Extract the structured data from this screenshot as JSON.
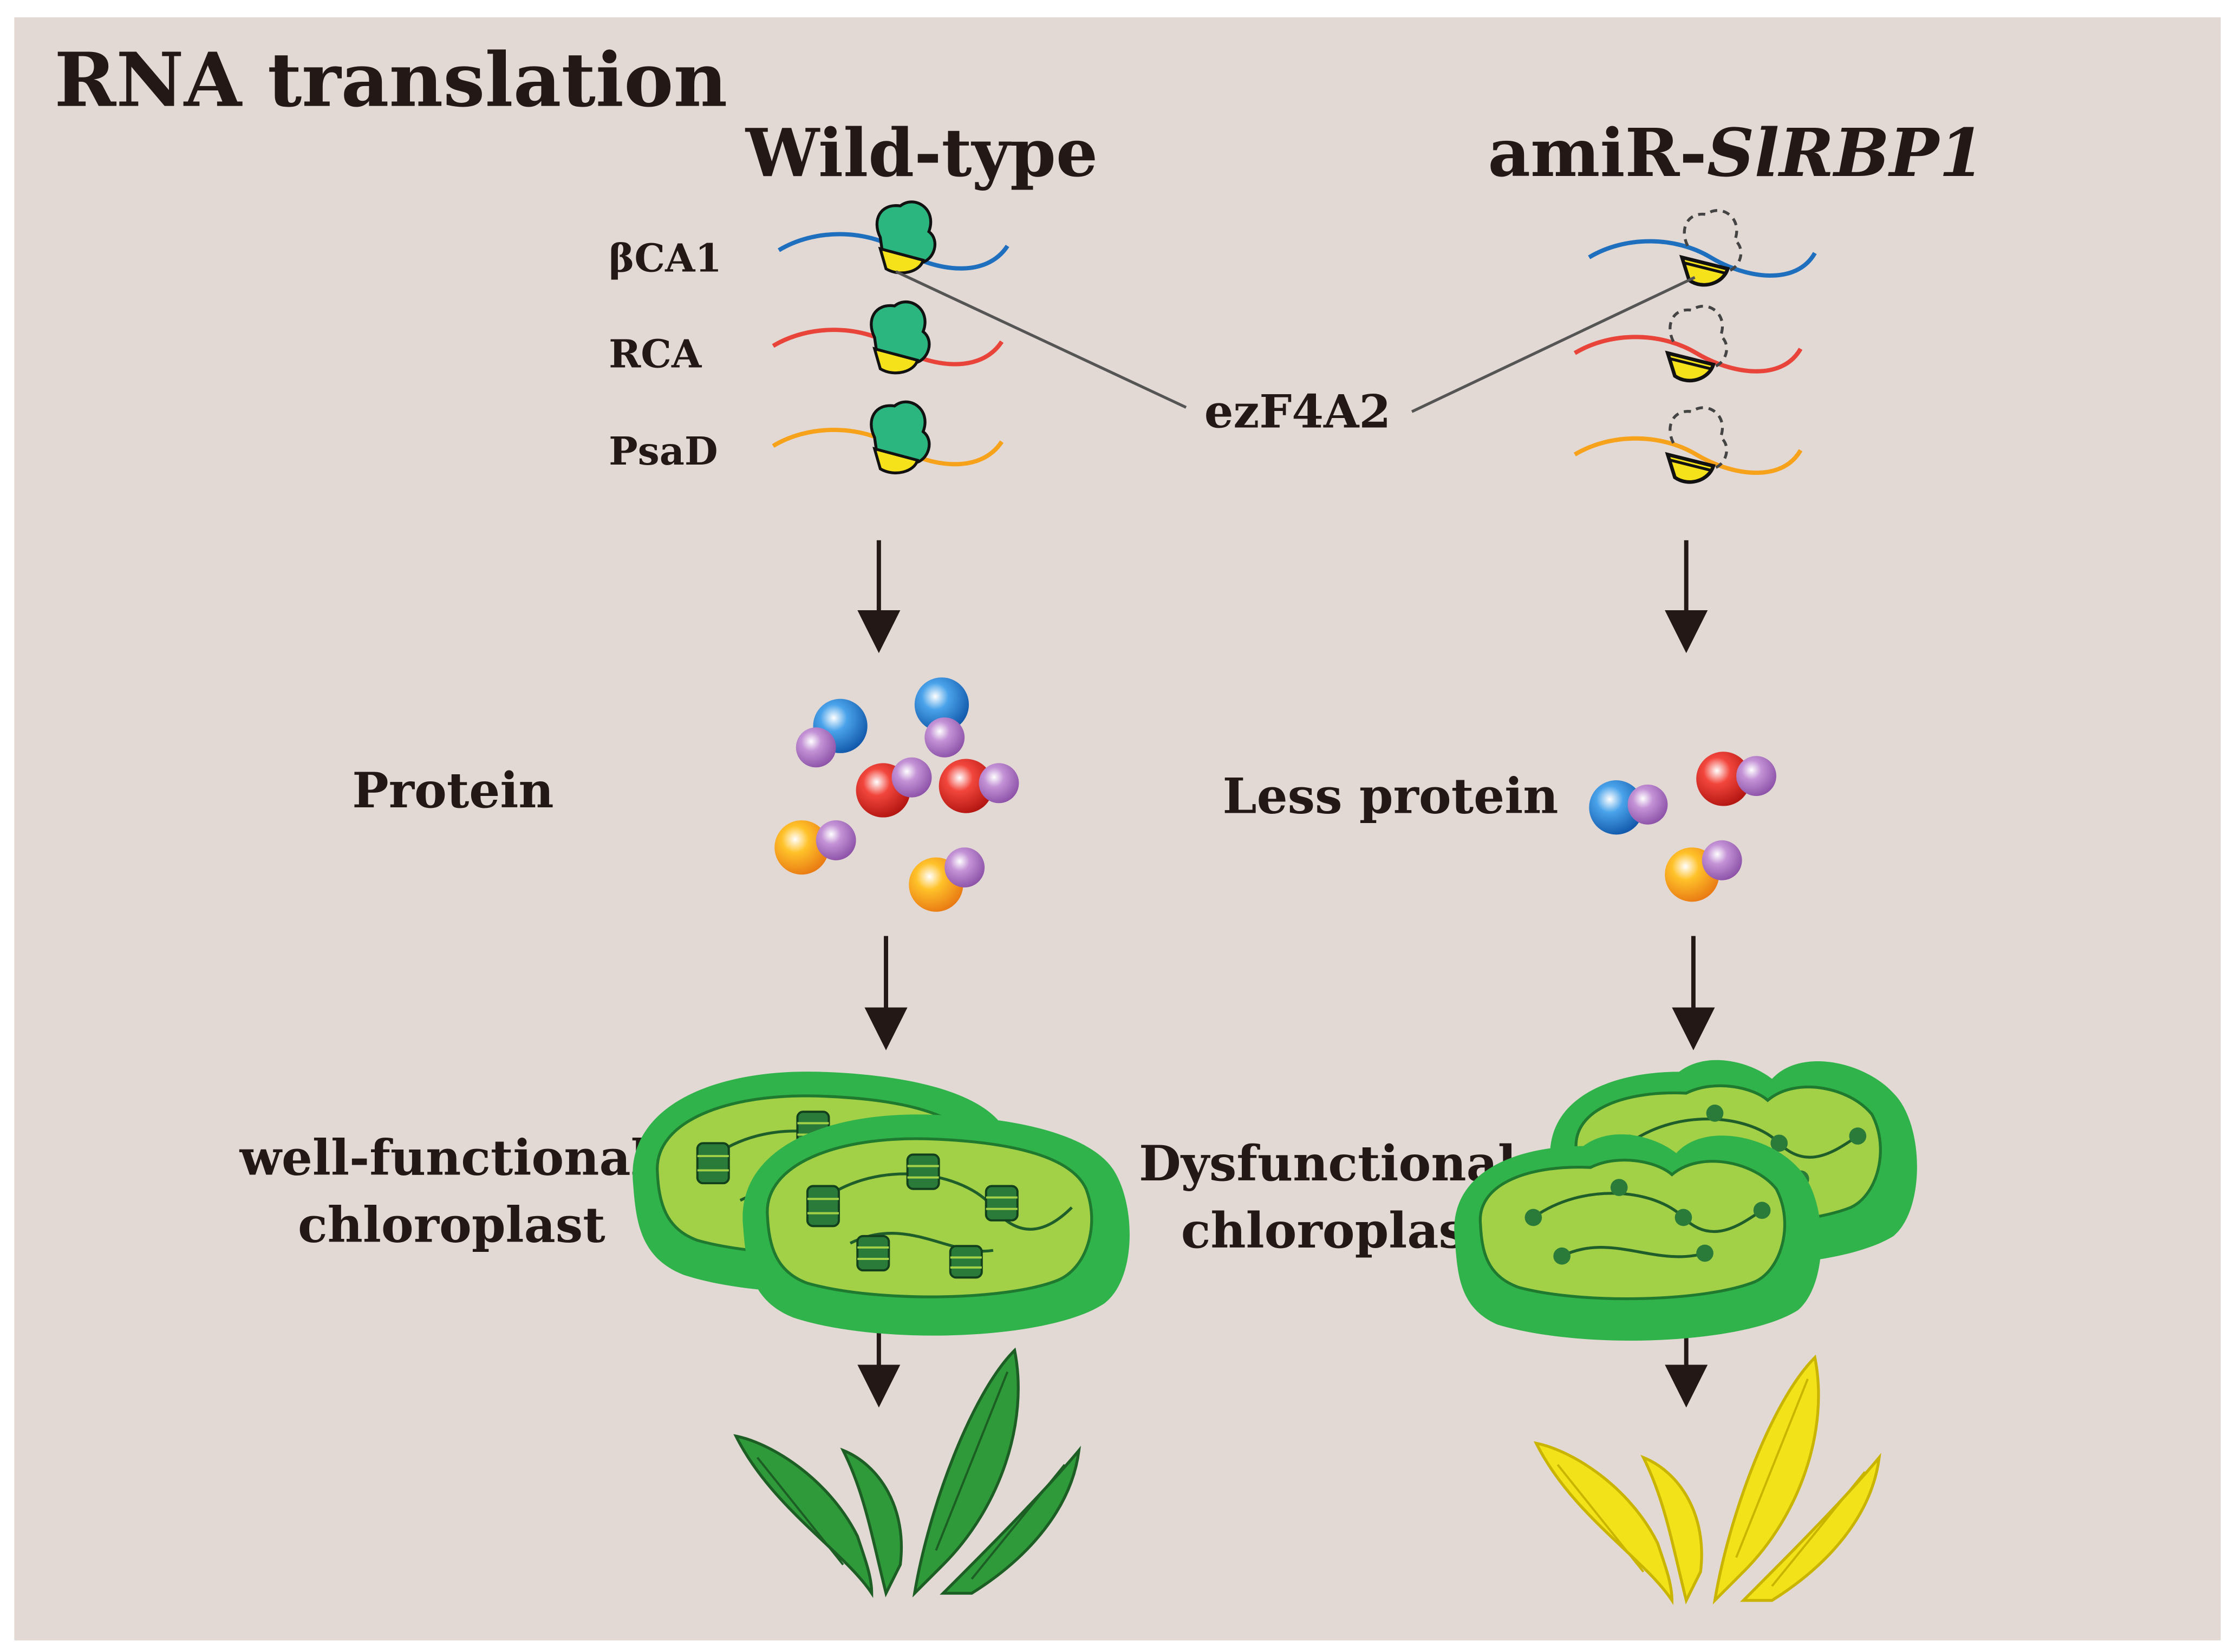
{
  "title": "RNA translation",
  "wild_type": {
    "heading": "Wild-type",
    "genes": [
      "βCA1",
      "RCA",
      "PsaD"
    ],
    "protein_label": "Protein",
    "chloroplast_label": [
      "well-functional",
      "chloroplast"
    ]
  },
  "mutant": {
    "heading_prefix": "amiR-",
    "heading_gene": "SlRBP1",
    "protein_label": "Less protein",
    "chloroplast_label": [
      "Dysfunctional",
      "chloroplast"
    ]
  },
  "factor_label": "ezF4A2",
  "colors": {
    "background": "#e3d9d4",
    "mrna_bca1": "#1f6fbf",
    "mrna_rca": "#e8443a",
    "mrna_psad": "#f7a21b",
    "ribosome": "#2bb57f",
    "ribosome_small": "#f5e21a",
    "healthy_leaf": "#2e9a3a",
    "yellow_leaf": "#f2e21a"
  }
}
